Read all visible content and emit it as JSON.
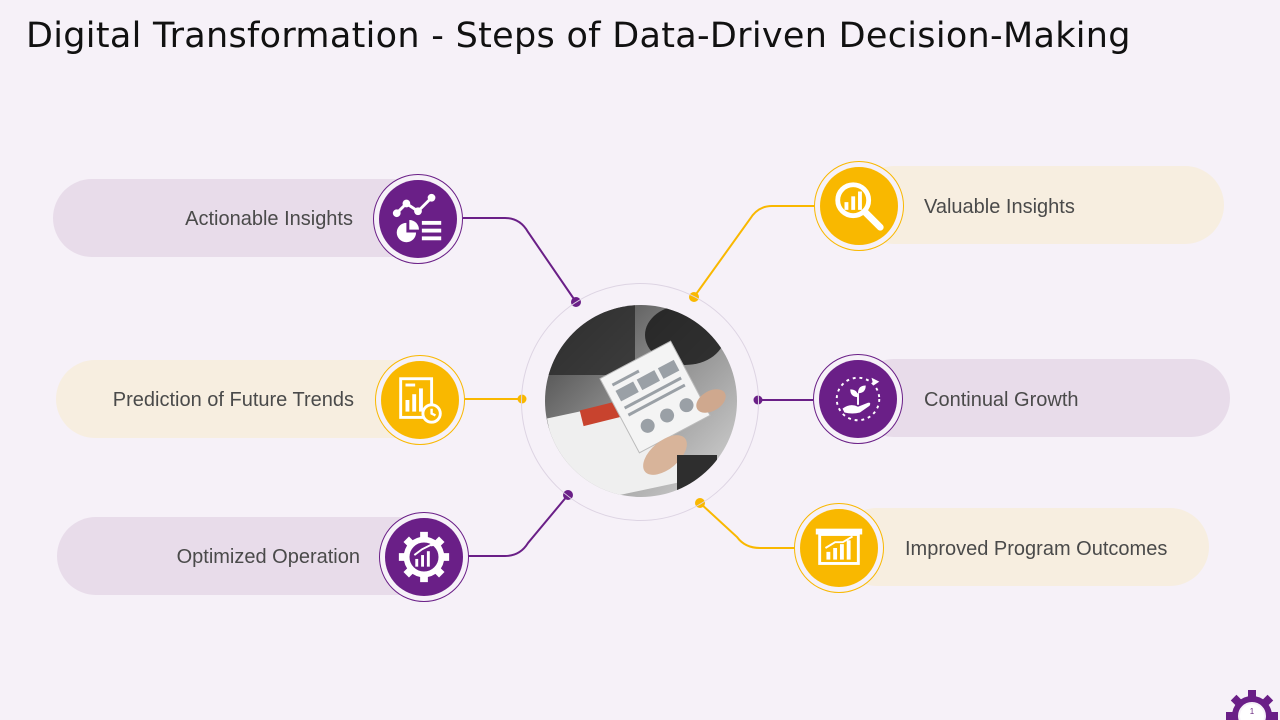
{
  "title": "Digital Transformation - Steps of Data-Driven Decision-Making",
  "colors": {
    "background": "#f6f1f8",
    "purple": "#6a1f87",
    "gold": "#f9b800",
    "purple_pill": "#e8dcea",
    "gold_pill": "#f7eee0"
  },
  "steps": [
    {
      "label": "Actionable Insights",
      "icon": "analytics-report-icon",
      "theme": "purple",
      "side": "left"
    },
    {
      "label": "Prediction of Future Trends",
      "icon": "report-clock-icon",
      "theme": "gold",
      "side": "left"
    },
    {
      "label": "Optimized Operation",
      "icon": "gear-growth-icon",
      "theme": "purple",
      "side": "left"
    },
    {
      "label": "Valuable Insights",
      "icon": "magnifier-chart-icon",
      "theme": "gold",
      "side": "right"
    },
    {
      "label": "Continual Growth",
      "icon": "hand-plant-icon",
      "theme": "purple",
      "side": "right"
    },
    {
      "label": "Improved Program Outcomes",
      "icon": "presentation-board-icon",
      "theme": "gold",
      "side": "right"
    }
  ],
  "hub": {
    "image": "business-report-photo"
  },
  "footer": {
    "page_number": "1",
    "icon": "gear-icon"
  }
}
